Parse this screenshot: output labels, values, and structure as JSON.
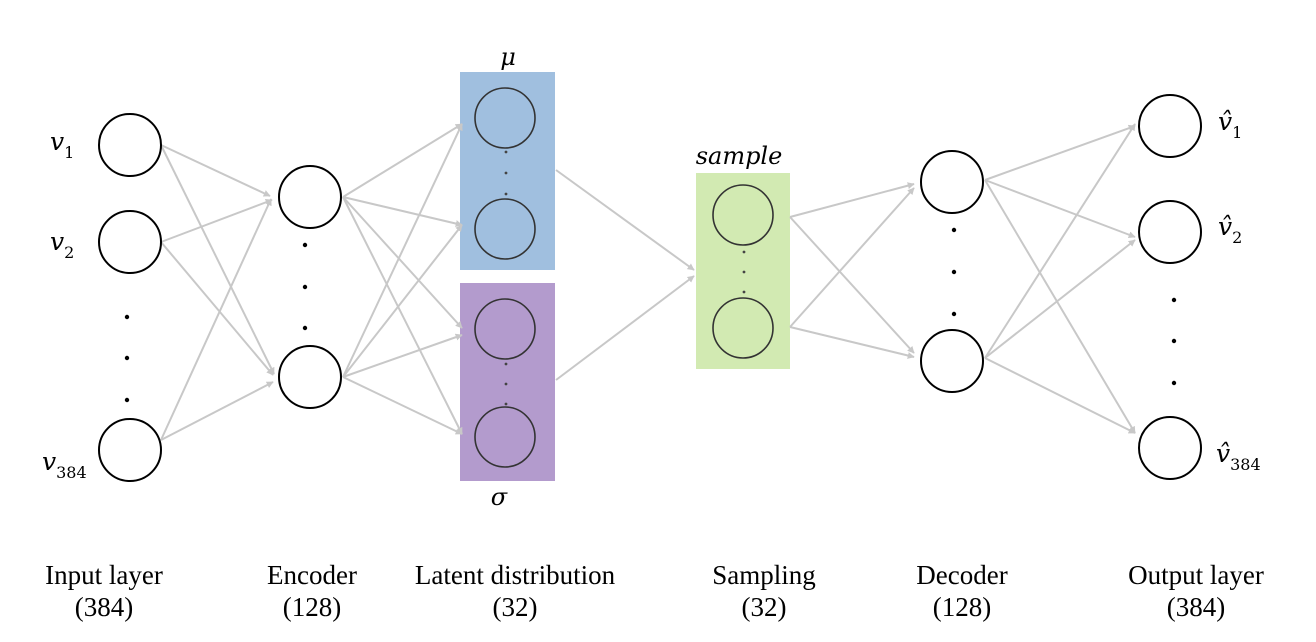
{
  "inputs": [
    {
      "base": "v",
      "sub": "1"
    },
    {
      "base": "v",
      "sub": "2"
    },
    {
      "base": "v",
      "sub": "384"
    }
  ],
  "outputs": [
    {
      "base": "v̂",
      "sub": "1"
    },
    {
      "base": "v̂",
      "sub": "2"
    },
    {
      "base": "v̂",
      "sub": "384"
    }
  ],
  "latent": {
    "mu_label": "μ",
    "sigma_label": "σ",
    "mu_color": "#a0bfdf",
    "sigma_color": "#b39bcd"
  },
  "sampling": {
    "label": "sample",
    "color": "#d2eab2"
  },
  "layers": [
    {
      "name": "Input layer",
      "size": "(384)"
    },
    {
      "name": "Encoder",
      "size": "(128)"
    },
    {
      "name": "Latent distribution",
      "size": "(32)"
    },
    {
      "name": "Sampling",
      "size": "(32)"
    },
    {
      "name": "Decoder",
      "size": "(128)"
    },
    {
      "name": "Output layer",
      "size": "(384)"
    }
  ]
}
